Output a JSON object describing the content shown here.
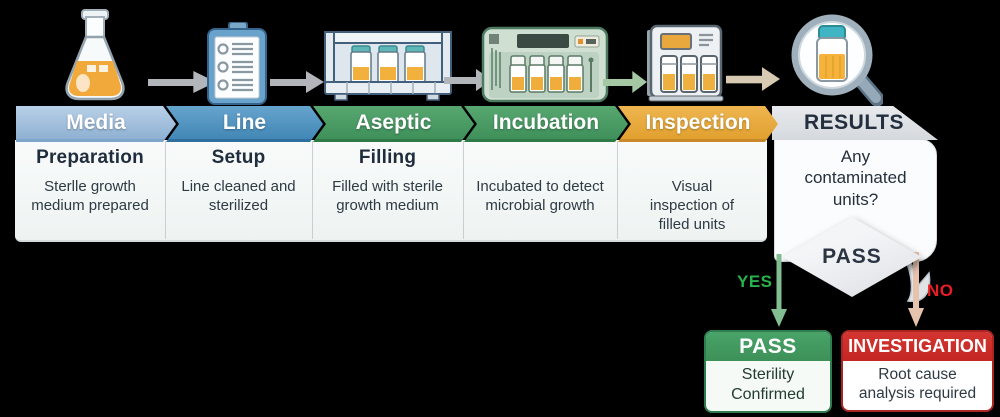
{
  "stages": [
    {
      "banner": "Media",
      "heading": "Preparation",
      "body": "Sterlle growth medium prepared",
      "icon": "flask-icon"
    },
    {
      "banner": "Line",
      "heading": "Setup",
      "body": "Line cleaned and sterilized",
      "icon": "clipboard-icon"
    },
    {
      "banner": "Aseptic",
      "heading": "Filling",
      "body": "Filled with sterile growth medium",
      "icon": "filling-machine-icon"
    },
    {
      "banner": "Incubation",
      "heading": "",
      "body": "Incubated to detect microbial growth",
      "icon": "incubator-icon"
    },
    {
      "banner": "Inspection",
      "heading": "",
      "body": "Visual inspection of filled units",
      "icon": "inspection-device-icon"
    },
    {
      "banner": "RESULTS",
      "heading": "",
      "body": "Any contaminated units?",
      "icon": "magnifier-icon"
    }
  ],
  "decision": {
    "label": "PASS"
  },
  "branch_yes": {
    "label": "YES",
    "box_title": "PASS",
    "box_body": "Sterility Confirmed"
  },
  "branch_no": {
    "label": "NO",
    "box_title": "INVESTIGATION",
    "box_body": "Root cause analysis required"
  },
  "colors": {
    "media_banner": "#8fb1d3",
    "line_banner": "#4287b6",
    "aseptic_banner": "#3f905a",
    "incubation_banner": "#3f905a",
    "inspection_banner": "#e2a130",
    "results_banner": "#d5d9dd",
    "pass_green": "#3c9158",
    "investigation_red": "#c42723",
    "yes_label": "#27b24a",
    "no_label": "#ea1c24",
    "liquid_orange": "#f2a93b",
    "cap_teal": "#3fb5c4"
  }
}
